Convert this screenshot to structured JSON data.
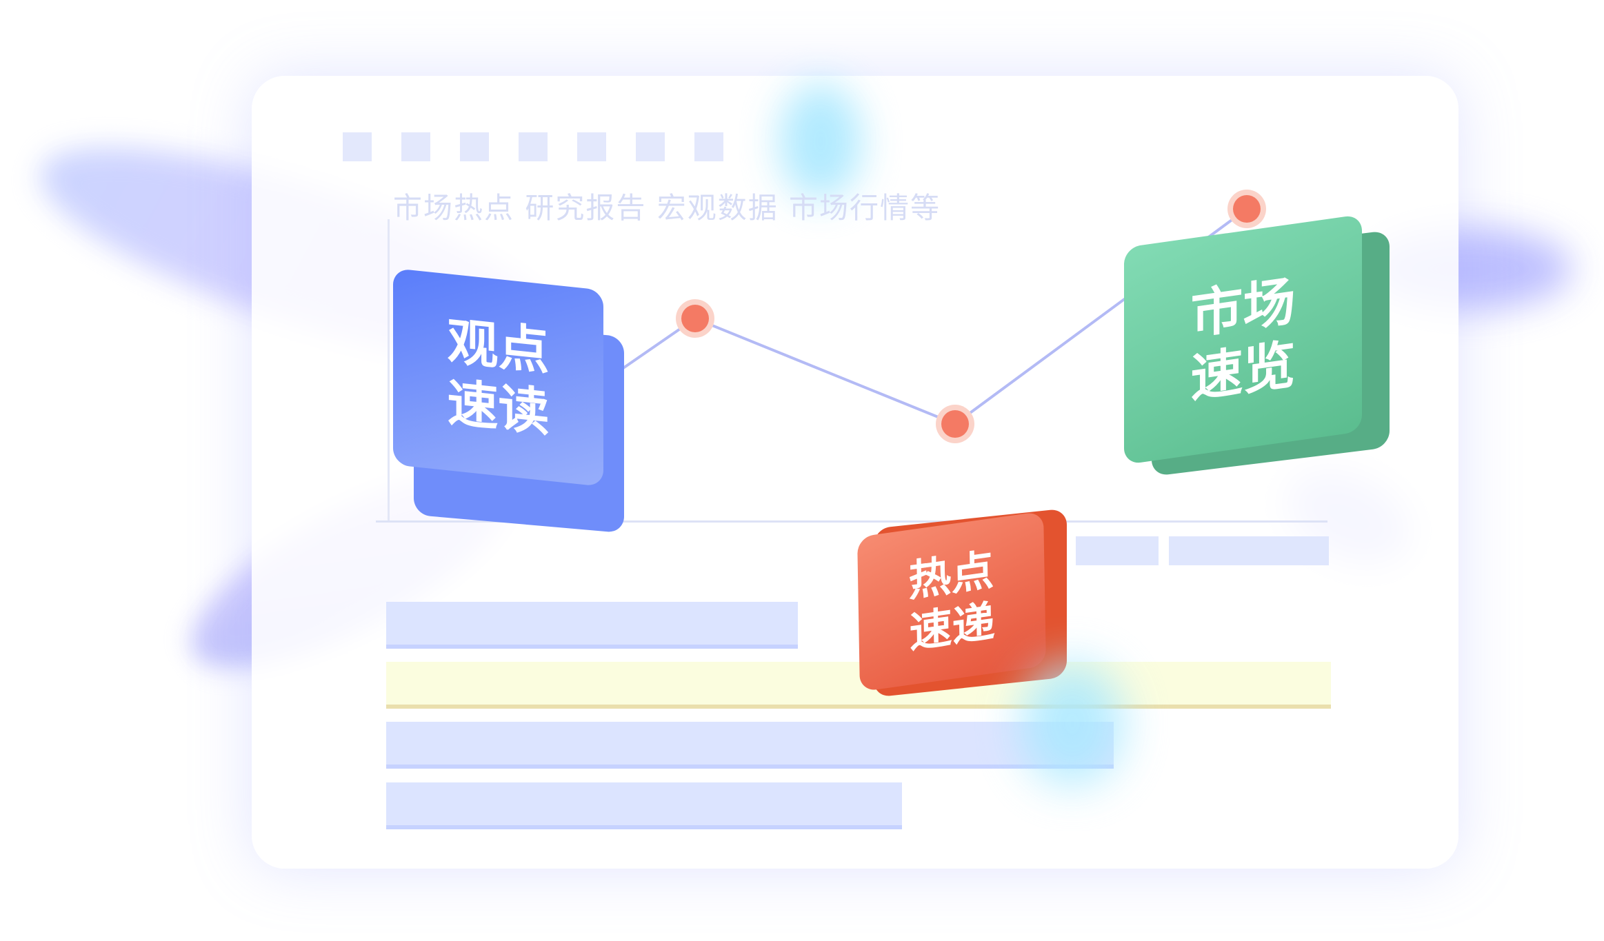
{
  "nav": {
    "categories_text": "市场热点  研究报告  宏观数据  市场行情等"
  },
  "cards": {
    "viewpoint": {
      "line1": "观点",
      "line2": "速读"
    },
    "market": {
      "line1": "市场",
      "line2": "速览"
    },
    "hot": {
      "line1": "热点",
      "line2": "速递"
    }
  },
  "colors": {
    "blue_card": "#5a7dfa",
    "green_card": "#6fcf9f",
    "red_card": "#ec6646",
    "line": "#b3baf5",
    "point": "#f47a64"
  }
}
